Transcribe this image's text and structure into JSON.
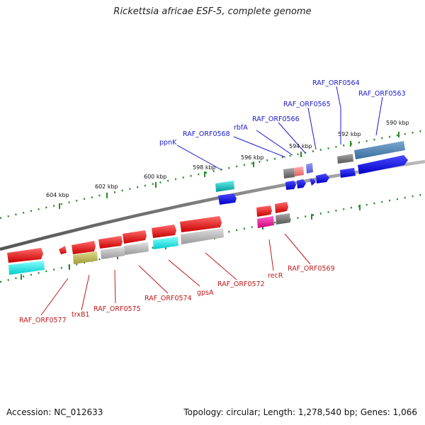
{
  "title": "Rickettsia africae ESF-5, complete genome",
  "footer": {
    "accession": "Accession: NC_012633",
    "summary": "Topology: circular; Length: 1,278,540 bp; Genes: 1,066"
  },
  "scale_labels": [
    "604 kbp",
    "602 kbp",
    "600 kbp",
    "598 kbp",
    "596 kbp",
    "594 kbp",
    "592 kbp",
    "590 kbp"
  ],
  "forward_labels": [
    "ppnK",
    "RAF_ORF0568",
    "rbfA",
    "RAF_ORF0566",
    "RAF_ORF0565",
    "RAF_ORF0564",
    "RAF_ORF0563"
  ],
  "reverse_labels": [
    "RAF_ORF0577",
    "trxB1",
    "RAF_ORF0575",
    "RAF_ORF0574",
    "gpsA",
    "RAF_ORF0572",
    "recR",
    "RAF_ORF0569"
  ],
  "colors": {
    "backbone": "#888888",
    "scale_ticks": "#2a8a2a",
    "forward_cds": "#0000ee",
    "reverse_cds": "#ee0000",
    "forward_label": "#1a1acc",
    "reverse_label": "#c01818"
  }
}
